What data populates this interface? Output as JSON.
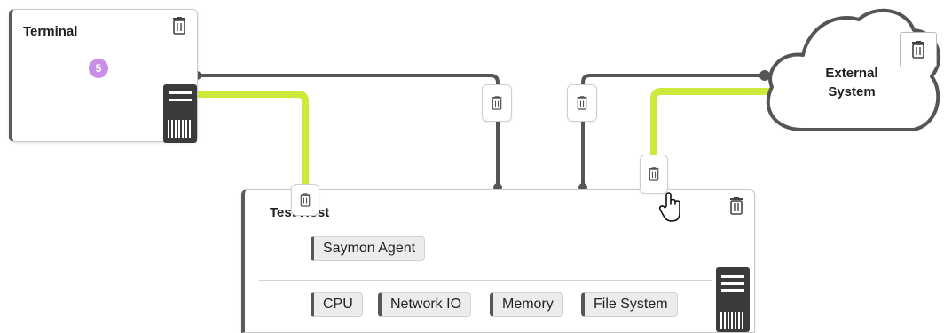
{
  "nodes": {
    "terminal": {
      "title": "Terminal",
      "badge": "5"
    },
    "test_host": {
      "title": "Test Host",
      "agent": "Saymon Agent",
      "metrics": [
        "CPU",
        "Network IO",
        "Memory",
        "File System"
      ]
    },
    "external_system": {
      "title_line1": "External",
      "title_line2": "System"
    }
  },
  "colors": {
    "highlight_link": "#cde93a",
    "default_link": "#555555",
    "badge": "#c98ee8"
  },
  "icons": [
    "trash-icon",
    "server-icon",
    "cloud-icon",
    "hand-cursor-icon"
  ]
}
